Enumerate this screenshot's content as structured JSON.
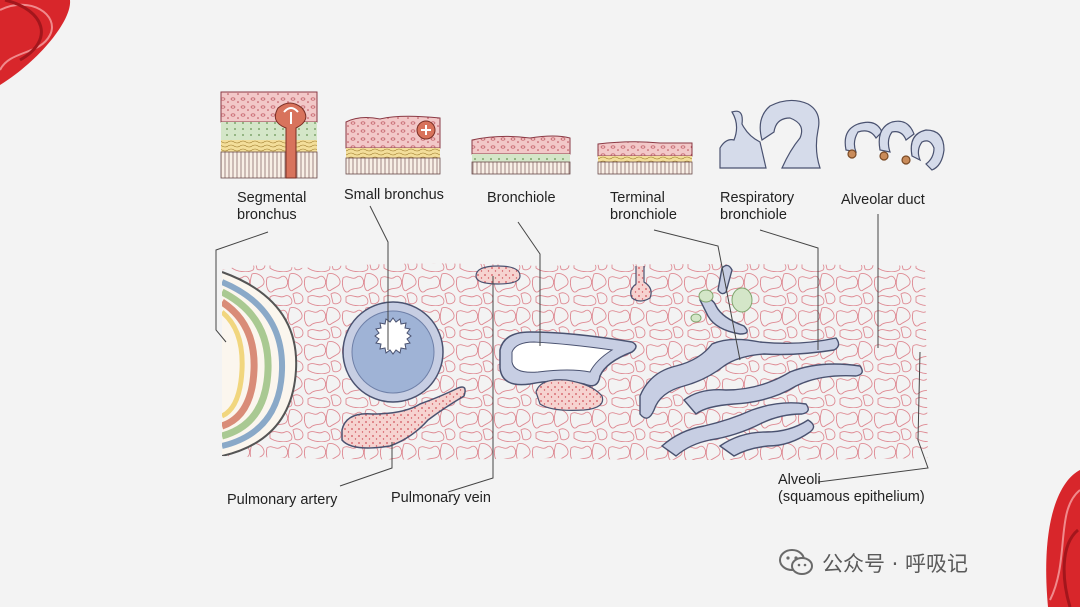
{
  "labels": {
    "segmental_bronchus": [
      "Segmental",
      "bronchus"
    ],
    "small_bronchus": "Small bronchus",
    "bronchiole": "Bronchiole",
    "terminal_bronchiole": [
      "Terminal",
      "bronchiole"
    ],
    "respiratory_bronchiole": [
      "Respiratory",
      "bronchiole"
    ],
    "alveolar_duct": "Alveolar duct",
    "pulmonary_artery": "Pulmonary artery",
    "pulmonary_vein": "Pulmonary vein",
    "alveoli": [
      "Alveoli",
      "(squamous epithelium)"
    ]
  },
  "watermark": {
    "text": "公众号 · 呼吸记",
    "icon": "wechat-icon"
  },
  "colors": {
    "background": "#f3f3f3",
    "ribbon": "#d8262b",
    "airway_fill": "#c7cee3",
    "airway_stroke": "#4a5270",
    "vessel_fill": "#f6d3d0",
    "vessel_dots": "#d0525b",
    "parenchyma": "#de8a93",
    "smooth_muscle": "#f1d67e",
    "cartilage": "#cde0c4",
    "leader_lines": "#444444"
  }
}
